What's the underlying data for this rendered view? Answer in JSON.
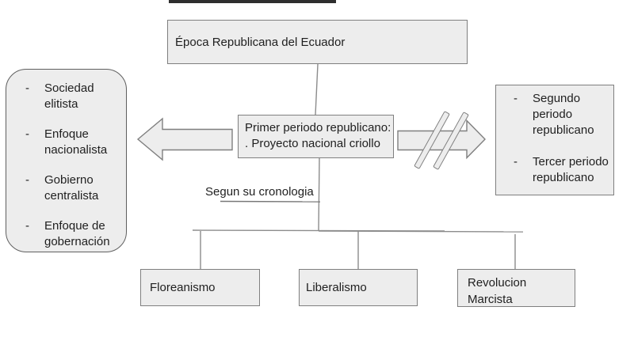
{
  "glyphs": {
    "dash": "-"
  },
  "title_box": {
    "text": "Época Republicana del Ecuador"
  },
  "center_box": {
    "line1": "Primer periodo republicano:",
    "line2": ". Proyecto nacional criollo"
  },
  "left_panel": {
    "items": [
      "Sociedad elitista",
      "Enfoque nacionalista",
      "Gobierno centralista",
      "Enfoque de gobernación"
    ]
  },
  "right_panel": {
    "items": [
      "Segundo periodo republicano",
      "Tercer periodo republicano"
    ]
  },
  "cronologia_label": "Segun su cronologia",
  "bottom_boxes": [
    "Floreanismo",
    "Liberalismo",
    "Revolucion Marcista"
  ],
  "colors": {
    "box_fill": "#ededed",
    "box_border": "#7f7f7f",
    "line": "#8c8c8c",
    "text": "#1f1f1f",
    "top_bar": "#2e2e2e"
  }
}
